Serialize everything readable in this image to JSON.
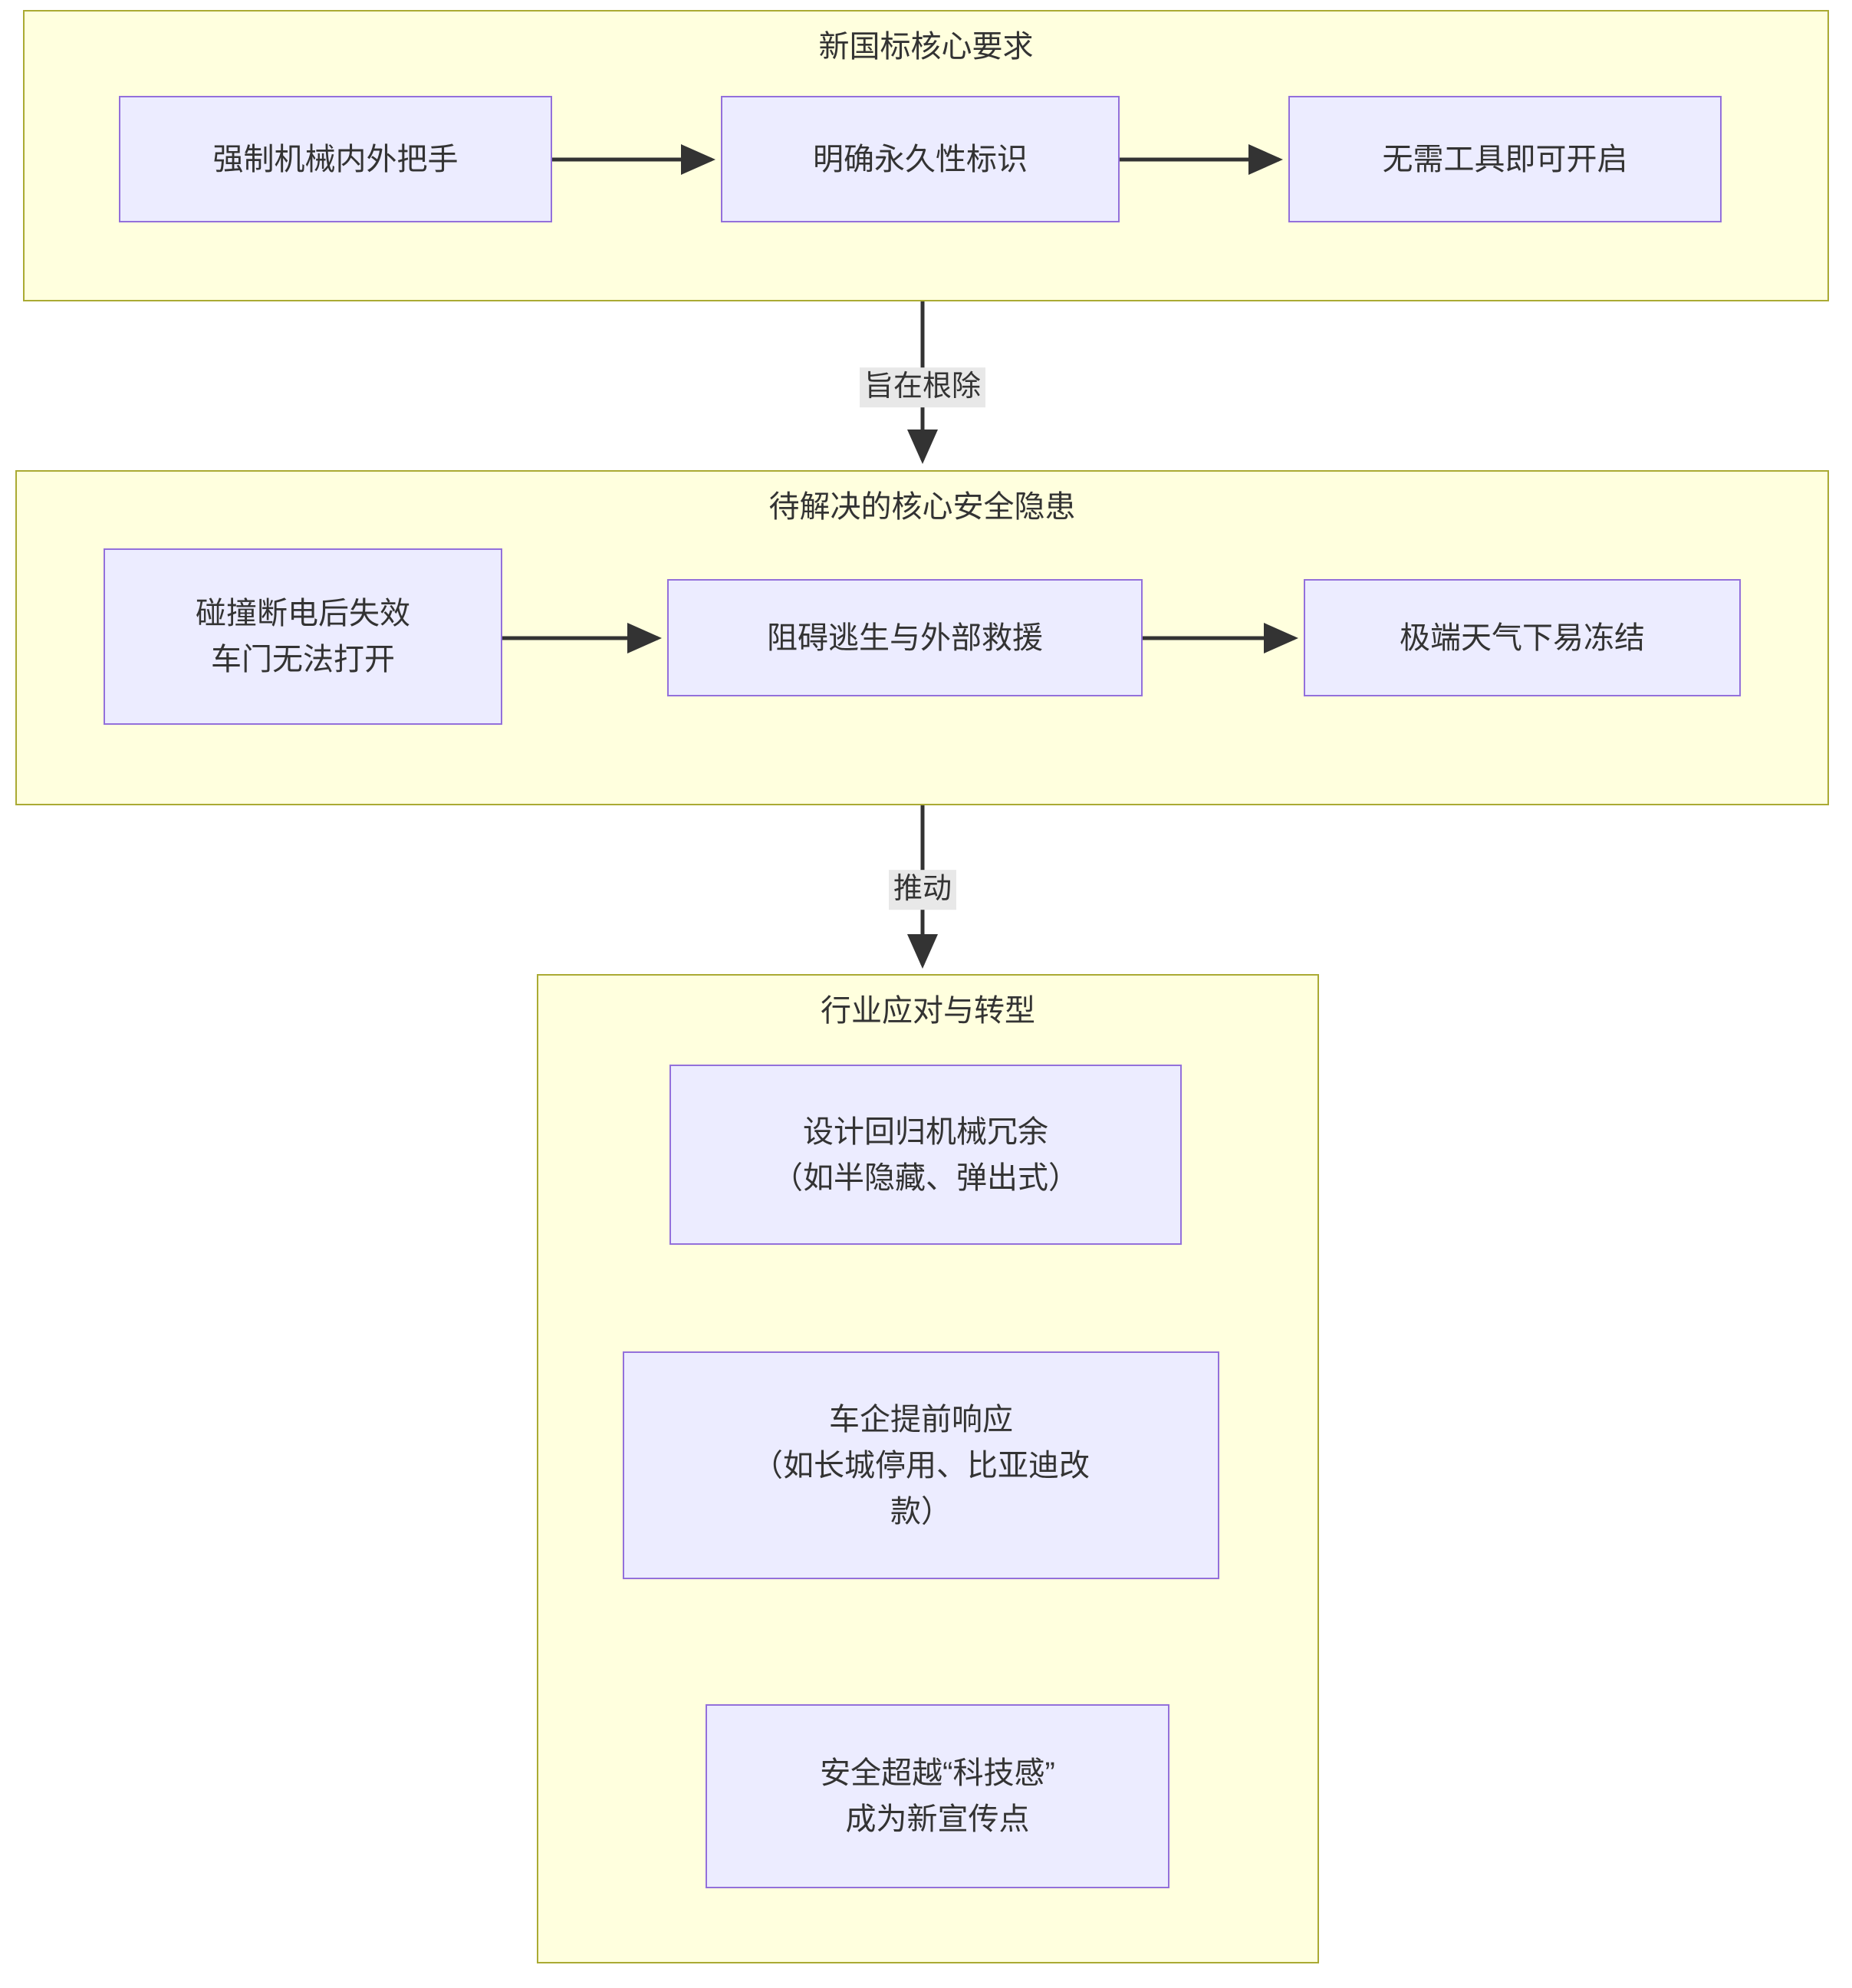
{
  "diagram": {
    "title_visible": false,
    "colors": {
      "cluster_fill": "#ffffde",
      "cluster_stroke": "#aaaa33",
      "node_fill": "#ececff",
      "node_stroke": "#9370db",
      "edge_stroke": "#333333",
      "edge_label_bg": "#e8e8e8",
      "text": "#333333"
    },
    "clusters": [
      {
        "id": "cluster-new-standard",
        "title": "新国标核心要求",
        "nodes": [
          {
            "id": "n1",
            "label": "强制机械内外把手"
          },
          {
            "id": "n2",
            "label": "明确永久性标识"
          },
          {
            "id": "n3",
            "label": "无需工具即可开启"
          }
        ]
      },
      {
        "id": "cluster-safety-hazards",
        "title": "待解决的核心安全隐患",
        "nodes": [
          {
            "id": "n4",
            "label": "碰撞断电后失效\n车门无法打开"
          },
          {
            "id": "n5",
            "label": "阻碍逃生与外部救援"
          },
          {
            "id": "n6",
            "label": "极端天气下易冻结"
          }
        ]
      },
      {
        "id": "cluster-industry-response",
        "title": "行业应对与转型",
        "nodes": [
          {
            "id": "n7",
            "label": "设计回归机械冗余\n（如半隐藏、弹出式）"
          },
          {
            "id": "n8",
            "label": "车企提前响应\n（如长城停用、比亚迪改\n款）"
          },
          {
            "id": "n9",
            "label": "安全超越“科技感”\n成为新宣传点"
          }
        ]
      }
    ],
    "edge_labels": [
      {
        "id": "e1",
        "label": "旨在根除"
      },
      {
        "id": "e2",
        "label": "推动"
      }
    ]
  }
}
